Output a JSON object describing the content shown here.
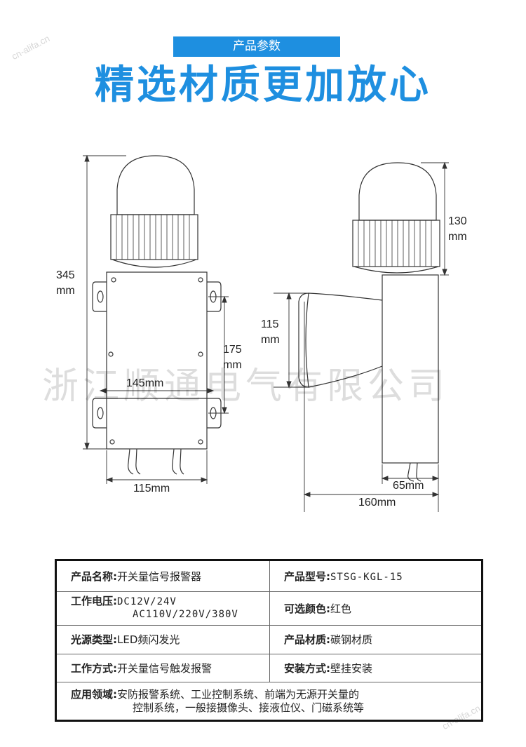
{
  "header": {
    "badge": "产品参数",
    "headline": "精选材质更加放心"
  },
  "dimensions": {
    "height_total_line1": "345",
    "height_total_line2": "mm",
    "mount_spacing_line1": "175",
    "mount_spacing_line2": "mm",
    "mount_width": "145mm",
    "box_width": "115mm",
    "lamp_height_line1": "130",
    "lamp_height_line2": "mm",
    "horn_height_line1": "115",
    "horn_height_line2": "mm",
    "body_depth": "65mm",
    "overall_depth": "160mm"
  },
  "watermark": "浙江顺通电气有限公司",
  "corner_marks": {
    "top_left": "cn-alifa.cn",
    "bottom_right": "cn-alifa.cn"
  },
  "specs": {
    "name_label": "产品名称:",
    "name_value": "开关量信号报警器",
    "model_label": "产品型号:",
    "model_value": "STSG-KGL-15",
    "voltage_label": "工作电压:",
    "voltage_value_line1": "DC12V/24V",
    "voltage_value_line2": "AC110V/220V/380V",
    "color_label": "可选颜色:",
    "color_value": "红色",
    "light_label": "光源类型:",
    "light_value": "LED频闪发光",
    "material_label": "产品材质:",
    "material_value": "碳钢材质",
    "mode_label": "工作方式:",
    "mode_value": "开关量信号触发报警",
    "install_label": "安装方式:",
    "install_value": "壁挂安装",
    "app_label": "应用领域:",
    "app_value_line1": "安防报警系统、工业控制系统、前端为无源开关量的",
    "app_value_line2": "控制系统，一般接摄像头、接液位仪、门磁系统等"
  }
}
